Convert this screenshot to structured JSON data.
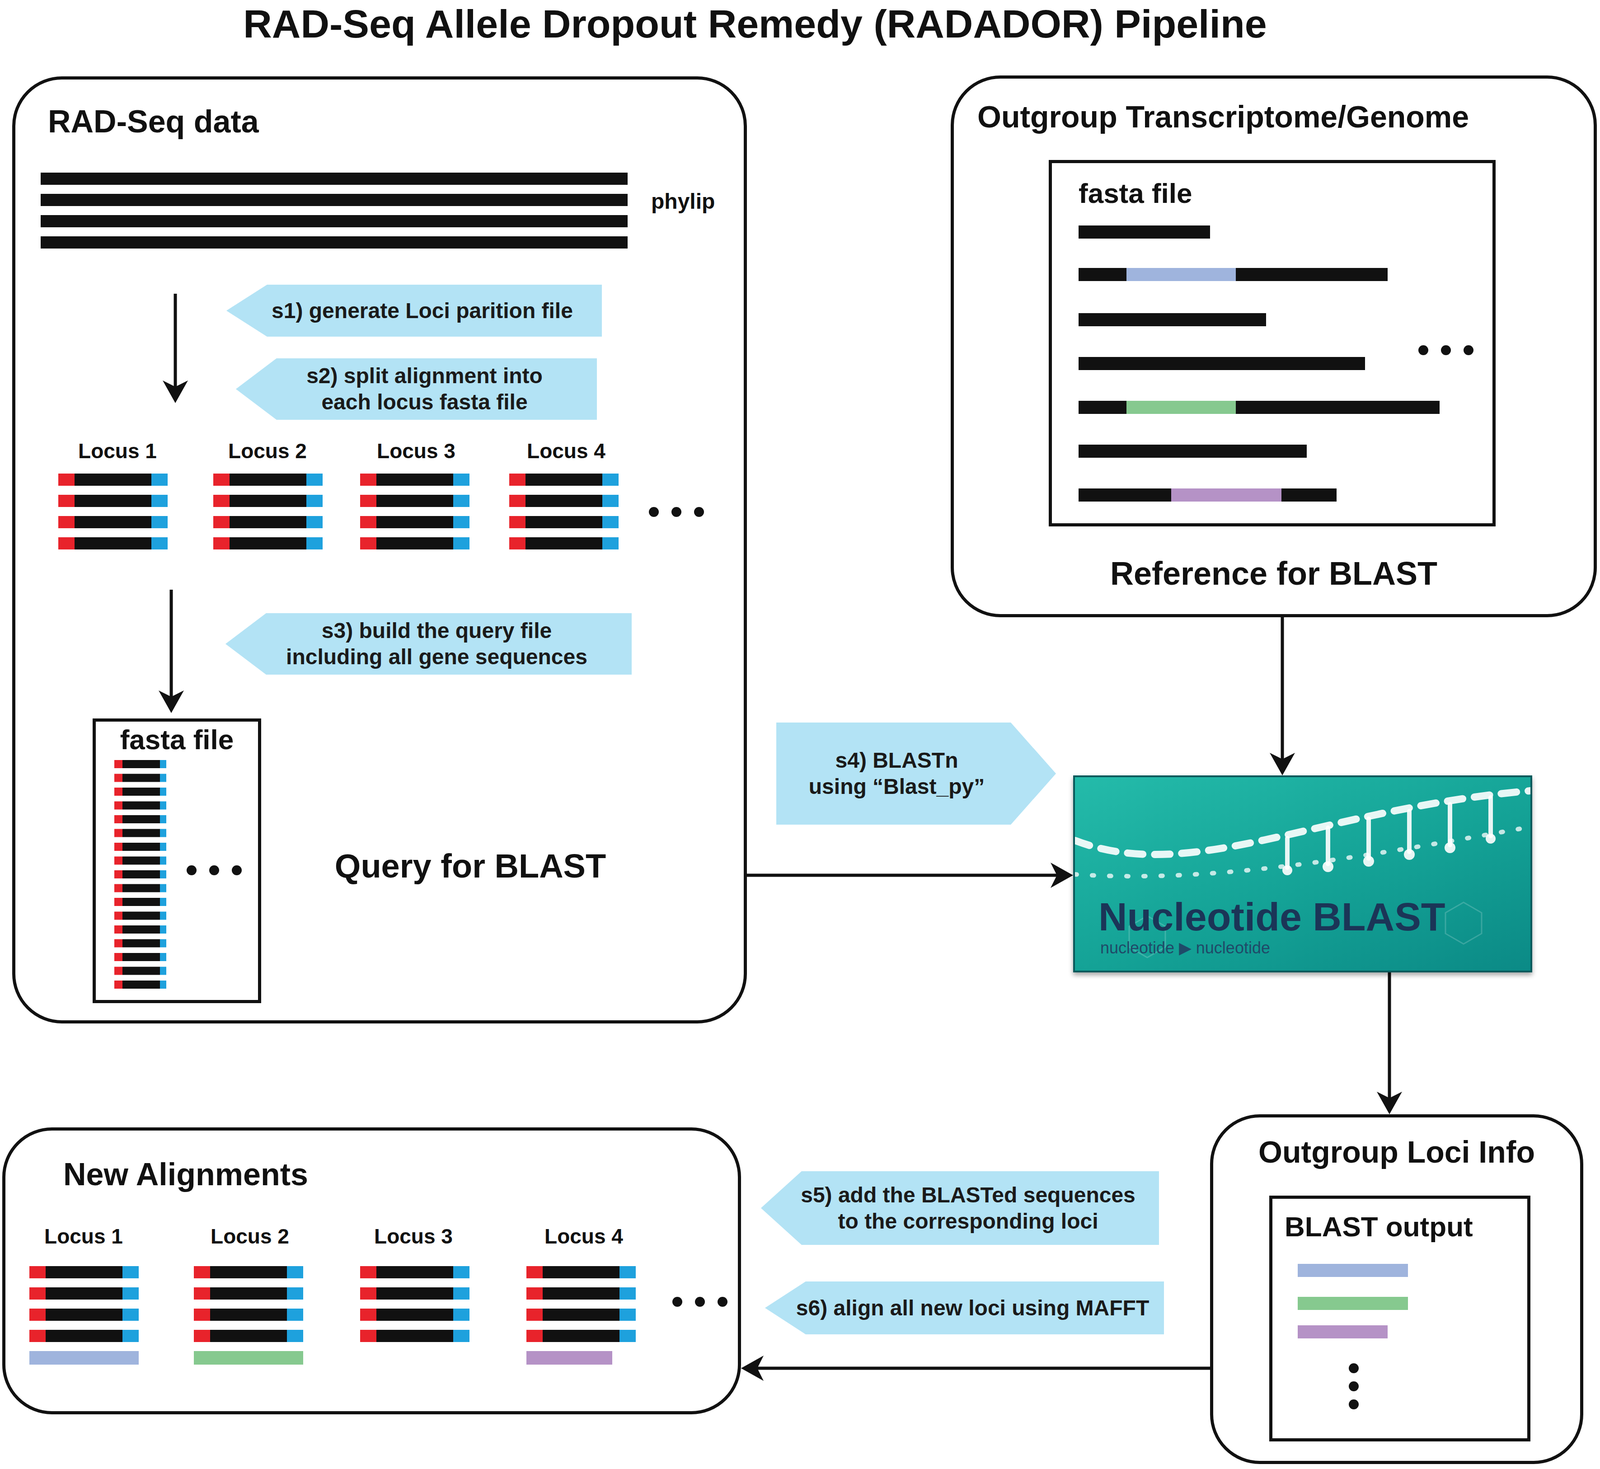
{
  "diagram": {
    "title": "RAD-Seq Allele Dropout Remedy (RADADOR) Pipeline",
    "nodes": [
      {
        "text": [
          "RAD-Seq data"
        ]
      },
      {
        "text": [
          "s1) generate Loci parition file"
        ],
        "in": 0
      },
      {
        "text": [
          "s2) split alignment into each locus fasta file"
        ],
        "in": 0
      },
      {
        "text": [
          "s3) build the query file including all gene sequences"
        ],
        "in": 0
      },
      {
        "text": [
          "fasta file"
        ],
        "in": 0
      },
      {
        "text": [
          "Outgroup Transcriptome/Genome",
          "Reference for BLAST"
        ]
      },
      {
        "text": [
          "fasta file"
        ],
        "in": 5
      },
      {
        "text": [
          "s4) BLASTn using “Blast_py”"
        ]
      },
      {
        "text": [
          "Nucleotide BLAST",
          "nucleotide ▶ nucleotide"
        ]
      },
      {
        "text": [
          "New Alignments"
        ]
      },
      {
        "text": [
          "s5) add the BLASTed sequences to the corresponding loci"
        ]
      },
      {
        "text": [
          "s6) align all new loci using MAFFT"
        ]
      },
      {
        "text": [
          "Outgroup Loci Info"
        ]
      },
      {
        "text": [
          "BLAST output"
        ],
        "in": 12
      }
    ],
    "edges": [
      {
        "from": 0,
        "to": 8,
        "arrow": "to"
      },
      {
        "from": 5,
        "to": 8,
        "arrow": "to"
      },
      {
        "from": 8,
        "to": 12,
        "arrow": "to"
      },
      {
        "from": 12,
        "to": 9,
        "arrow": "to"
      }
    ],
    "labels": [
      "phylip",
      "Locus 1",
      "Locus 2",
      "Locus 3",
      "Locus 4",
      "Query for BLAST",
      "Locus 1",
      "Locus 2",
      "Locus 3",
      "Locus 4"
    ]
  }
}
